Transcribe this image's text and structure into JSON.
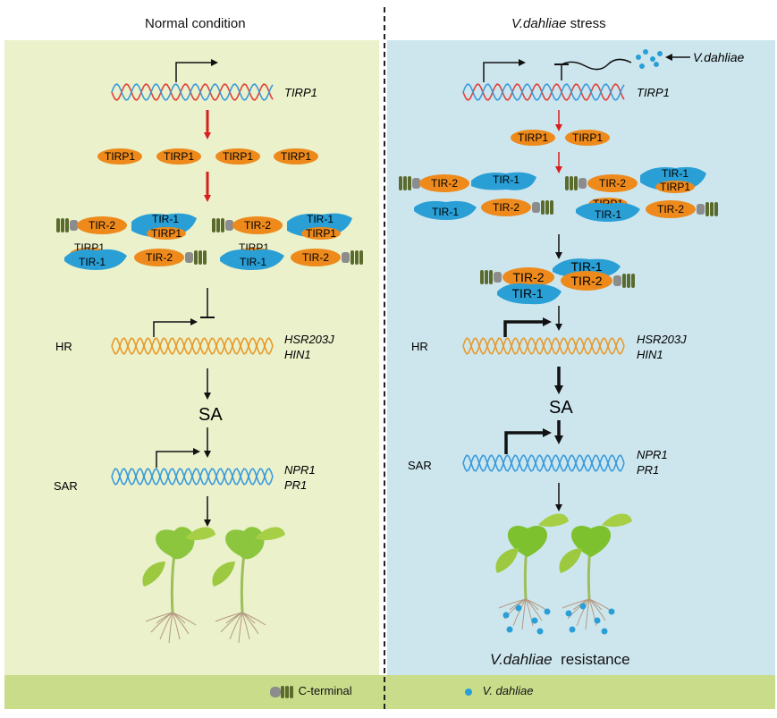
{
  "titles": {
    "left": "Normal condition",
    "right_italic": "V.dahliae",
    "right_rest": " stress"
  },
  "pathogen_label": "V.dahliae",
  "gene_labels": {
    "tirp1": "TIRP1",
    "hr_genes_1": "HSR203J",
    "hr_genes_2": "HIN1",
    "sar_genes_1": "NPR1",
    "sar_genes_2": "PR1"
  },
  "process_labels": {
    "hr": "HR",
    "sa": "SA",
    "sar": "SAR"
  },
  "protein_labels": {
    "tirp1": "TIRP1",
    "tir1": "TIR-1",
    "tir2": "TIR-2"
  },
  "result": {
    "italic": "V.dahliae",
    "rest": "resistance"
  },
  "legend": {
    "c_terminal": "C-terminal",
    "pathogen": "V. dahliae"
  },
  "colors": {
    "left_bg": "#eaf1cb",
    "right_bg": "#cde6ee",
    "bottom_bar": "#c9dc8a",
    "orange": "#ee8a1c",
    "blue": "#2a9fd6",
    "red_arrow": "#d81e1e",
    "dna_red": "#e0413a",
    "dna_blue": "#3a9bdc",
    "dna_orange": "#e89a2a",
    "c_terminal_grey": "#8c8c8c",
    "c_terminal_green": "#5b6b2e",
    "plant": "#8cc63f",
    "pathogen_dot": "#2a9fd6"
  }
}
